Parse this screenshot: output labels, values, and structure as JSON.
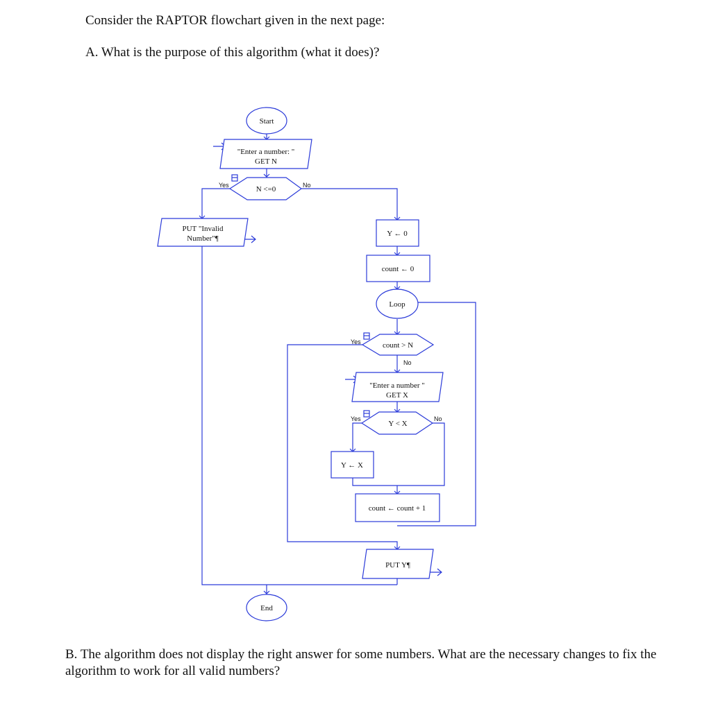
{
  "document": {
    "intro": "Consider the RAPTOR flowchart given in the next page:",
    "question_a": "A. What is the purpose of this algorithm (what it does)?",
    "question_b": "B. The algorithm does not display the right answer for some numbers. What are the necessary changes to fix the algorithm to work for all valid numbers?"
  },
  "flowchart": {
    "colors": {
      "line": "#2b3bd9",
      "text": "#111111"
    },
    "start": "Start",
    "input_n": {
      "prompt": "\"Enter a number: \"",
      "get": "GET N"
    },
    "decision_n": {
      "condition": "N <=0",
      "yes": "Yes",
      "no": "No"
    },
    "output_invalid": {
      "line1": "PUT \"Invalid",
      "line2": "Number\"¶"
    },
    "assign_y": "Y ← 0",
    "assign_count": "count ← 0",
    "loop": "Loop",
    "decision_count": {
      "condition": "count > N",
      "yes": "Yes",
      "no": "No"
    },
    "input_x": {
      "prompt": "\"Enter a number \"",
      "get": "GET X"
    },
    "decision_yx": {
      "condition": "Y < X",
      "yes": "Yes",
      "no": "No"
    },
    "assign_yx": "Y ← X",
    "increment": "count ← count + 1",
    "output_y": "PUT Y¶",
    "end": "End"
  }
}
